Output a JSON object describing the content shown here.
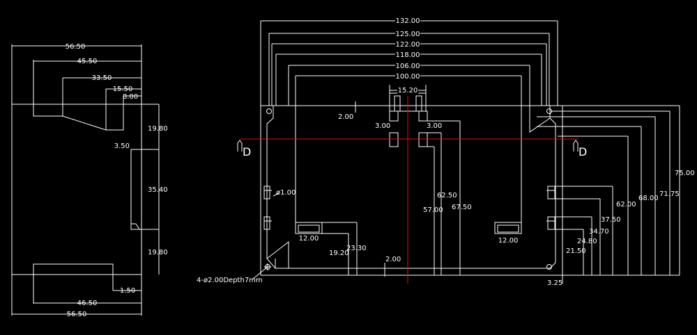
{
  "drawing": {
    "background": "#000000",
    "line_color": "#ffffff",
    "centerline_color": "#e01010",
    "side_view": {
      "widths": [
        "56.50",
        "45.50",
        "33.50",
        "15.50",
        "8.00"
      ],
      "heights": [
        "19.80",
        "3.50",
        "35.40",
        "19.80"
      ],
      "bottom": [
        "1.50",
        "46.50",
        "56.50"
      ]
    },
    "front_view": {
      "top_dims": [
        "132.00",
        "125.00",
        "122.00",
        "118.00",
        "106.00",
        "100.00"
      ],
      "center_gap": "15.20",
      "slot_left": "3.00",
      "slot_right": "3.00",
      "small_offset": "2.00",
      "hole_dia": "ø1.00",
      "inner_heights": [
        "62.50",
        "57.00",
        "67.50"
      ],
      "pad_left": "12.00",
      "pad_right": "12.00",
      "pad_dims": [
        "19.20",
        "23.30"
      ],
      "bottom_offset": "2.00",
      "hole_note": "4-ø2.00Depth7mm",
      "corner_offset": "3.25",
      "right_heights": [
        "21.50",
        "24.80",
        "34.70",
        "37.50",
        "62.00",
        "68.00",
        "71.75",
        "75.00"
      ],
      "section_mark": "D"
    }
  }
}
